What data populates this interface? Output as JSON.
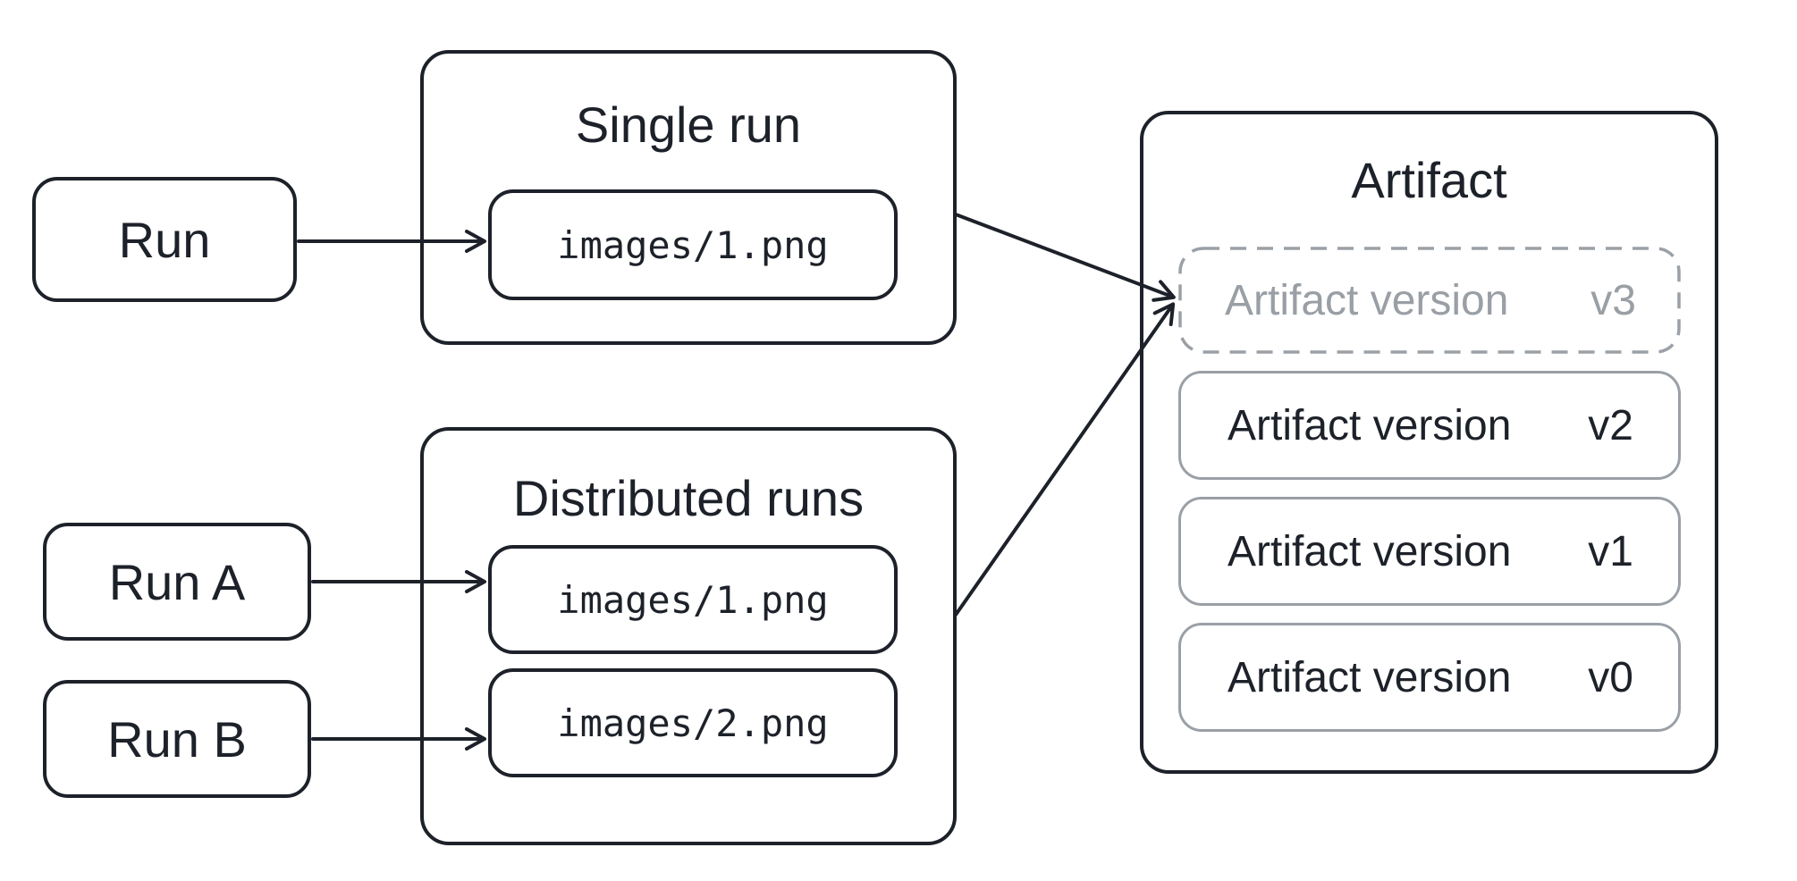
{
  "diagram": {
    "runs": {
      "single": {
        "label": "Run"
      },
      "a": {
        "label": "Run A"
      },
      "b": {
        "label": "Run B"
      }
    },
    "single_run_group": {
      "title": "Single run",
      "file": "images/1.png"
    },
    "distributed_group": {
      "title": "Distributed runs",
      "files": [
        "images/1.png",
        "images/2.png"
      ]
    },
    "artifact_group": {
      "title": "Artifact",
      "versions": [
        {
          "label": "Artifact version",
          "version": "v3",
          "state": "incoming"
        },
        {
          "label": "Artifact version",
          "version": "v2",
          "state": "committed"
        },
        {
          "label": "Artifact version",
          "version": "v1",
          "state": "committed"
        },
        {
          "label": "Artifact version",
          "version": "v0",
          "state": "committed"
        }
      ]
    },
    "colors": {
      "ink": "#1d2129",
      "gray_border": "#9aa0a6",
      "gray_text": "#999fa5",
      "background": "#ffffff"
    }
  }
}
